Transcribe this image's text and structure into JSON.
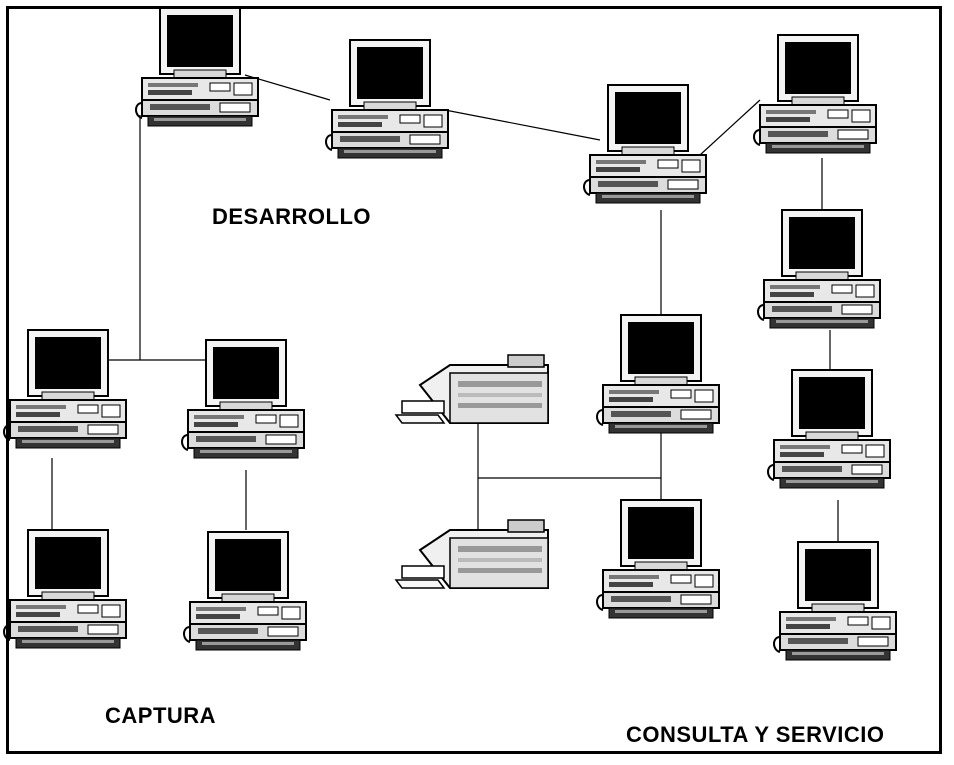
{
  "diagram": {
    "labels": {
      "desarrollo": "DESARROLLO",
      "captura": "CAPTURA",
      "consulta": "CONSULTA Y SERVICIO"
    }
  }
}
